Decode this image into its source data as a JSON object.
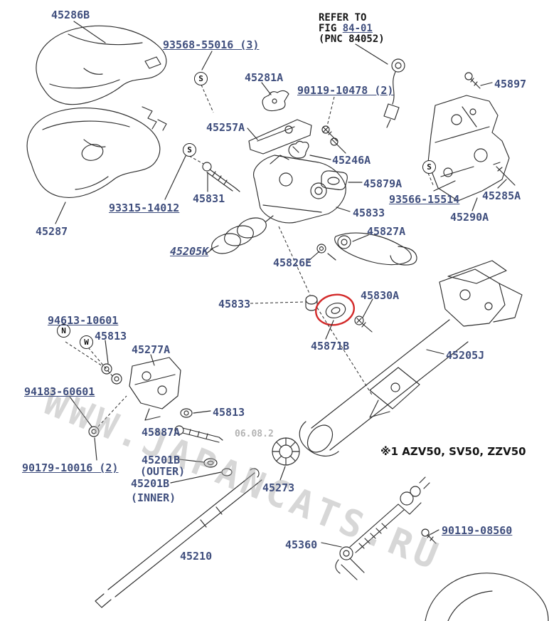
{
  "watermark": {
    "site": "WWW.JAPANCATS.RU",
    "date": "06.08.2"
  },
  "refer_note": {
    "line1": "REFER TO",
    "fig_prefix": "FIG ",
    "fig_link": "84-01",
    "line3": "(PNC 84052)"
  },
  "model_note": "※1 AZV50, SV50, ZZV50",
  "symbols": {
    "s": "S",
    "n": "N",
    "w": "W"
  },
  "labels": [
    {
      "text": "45286B"
    },
    {
      "text": "93568-55016 (3)"
    },
    {
      "text": "45281A"
    },
    {
      "text": "90119-10478 (2)"
    },
    {
      "text": "45897"
    },
    {
      "text": "45257A"
    },
    {
      "text": "45246A"
    },
    {
      "text": "45879A"
    },
    {
      "text": "93566-15514"
    },
    {
      "text": "45285A"
    },
    {
      "text": "45290A"
    },
    {
      "text": "93315-14012"
    },
    {
      "text": "45831"
    },
    {
      "text": "45833"
    },
    {
      "text": "45827A"
    },
    {
      "text": "45205K"
    },
    {
      "text": "45826E"
    },
    {
      "text": "45287"
    },
    {
      "text": "45830A"
    },
    {
      "text": "45833"
    },
    {
      "text": "45871B"
    },
    {
      "text": "45205J"
    },
    {
      "text": "94613-10601"
    },
    {
      "text": "45813"
    },
    {
      "text": "45277A"
    },
    {
      "text": "94183-60601"
    },
    {
      "text": "45813"
    },
    {
      "text": "45887A"
    },
    {
      "text": "90179-10016 (2)"
    },
    {
      "text": "45201B"
    },
    {
      "text": "(OUTER)"
    },
    {
      "text": "45201B"
    },
    {
      "text": "(INNER)"
    },
    {
      "text": "45273"
    },
    {
      "text": "45210"
    },
    {
      "text": "45360"
    },
    {
      "text": "90119-08560"
    }
  ]
}
